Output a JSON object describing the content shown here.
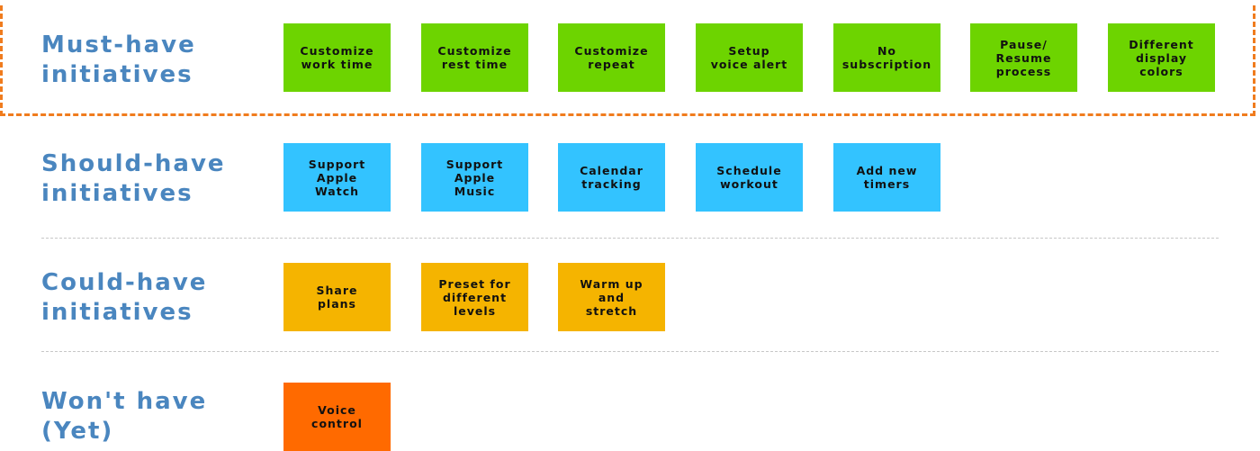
{
  "colors": {
    "label_text": "#4a86bf",
    "must_frame": "#f07c1e",
    "must": "#6dd400",
    "should": "#33c3ff",
    "could": "#f5b400",
    "wont": "#ff6a00"
  },
  "rows": [
    {
      "id": "must",
      "label": "Must-have\ninitiatives",
      "items": [
        "Customize\nwork time",
        "Customize\nrest time",
        "Customize\nrepeat",
        "Setup\nvoice alert",
        "No\nsubscription",
        "Pause/\nResume\nprocess",
        "Different\ndisplay\ncolors"
      ]
    },
    {
      "id": "should",
      "label": "Should-have\ninitiatives",
      "items": [
        "Support\nApple\nWatch",
        "Support\nApple\nMusic",
        "Calendar\ntracking",
        "Schedule\nworkout",
        "Add new\ntimers"
      ]
    },
    {
      "id": "could",
      "label": "Could-have\ninitiatives",
      "items": [
        "Share\nplans",
        "Preset for\ndifferent\nlevels",
        "Warm up\nand\nstretch"
      ]
    },
    {
      "id": "wont",
      "label": "Won't have\n(Yet)",
      "items": [
        "Voice\ncontrol"
      ]
    }
  ]
}
